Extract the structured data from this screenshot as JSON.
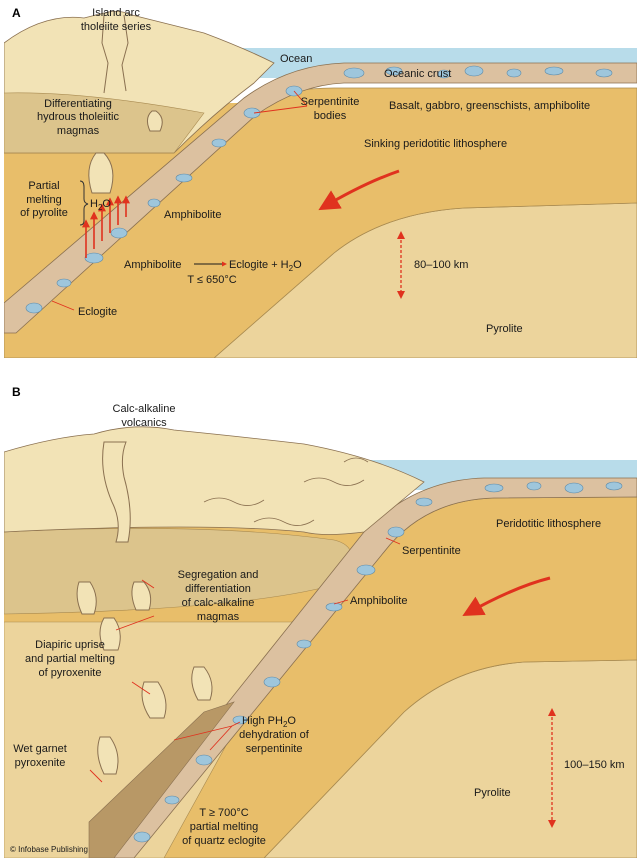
{
  "panel_a": {
    "label": "A",
    "volcano_title_line1": "Island arc",
    "volcano_title_line2": "tholeiite series",
    "ocean": "Ocean",
    "oceanic_crust": "Oceanic crust",
    "serpentinite_line1": "Serpentinite",
    "serpentinite_line2": "bodies",
    "basalt": "Basalt, gabbro, greenschists, amphibolite",
    "sinking": "Sinking peridotitic lithosphere",
    "diff_line1": "Differentiating",
    "diff_line2": "hydrous tholeiitic",
    "diff_line3": "magmas",
    "partial_line1": "Partial",
    "partial_line2": "melting",
    "partial_line3": "of pyrolite",
    "water_H": "H",
    "water_sub": "2",
    "water_O": "O",
    "amphibolite": "Amphibolite",
    "reaction_left": "Amphibolite",
    "reaction_right_prefix": "Eclogite + H",
    "reaction_sub": "2",
    "reaction_right_suffix": "O",
    "temperature": "T ≤ 650°C",
    "depth": "80–100 km",
    "eclogite": "Eclogite",
    "pyrolite": "Pyrolite"
  },
  "panel_b": {
    "label": "B",
    "volcanics_line1": "Calc-alkaline",
    "volcanics_line2": "volcanics",
    "peridotitic": "Peridotitic lithosphere",
    "serpentinite": "Serpentinite",
    "segregation_line1": "Segregation and",
    "segregation_line2": "differentiation",
    "segregation_line3": "of calc-alkaline",
    "segregation_line4": "magmas",
    "amphibolite": "Amphibolite",
    "diapiric_line1": "Diapiric uprise",
    "diapiric_line2": "and partial melting",
    "diapiric_line3": "of pyroxenite",
    "high_prefix": "High PH",
    "high_sub": "2",
    "high_suffix": "O",
    "dehydration_line1": "dehydration of",
    "dehydration_line2": "serpentinite",
    "wet_line1": "Wet garnet",
    "wet_line2": "pyroxenite",
    "temperature": "T ≥ 700°C",
    "quartz_line1": "partial melting",
    "quartz_line2": "of quartz eclogite",
    "depth": "100–150 km",
    "pyrolite": "Pyrolite",
    "credit": "© Infobase Publishing"
  },
  "colors": {
    "sky": "#ffffff",
    "ocean": "#b8dcea",
    "crust_band": "#dcc1a0",
    "lithosphere": "#e8be6a",
    "mantle": "#ecd49c",
    "volcano": "#f2e3b6",
    "lens": "#dcc48c",
    "pyroxenite": "#b89866",
    "blob": "#9ec6dc",
    "arrow": "#e0321e"
  }
}
